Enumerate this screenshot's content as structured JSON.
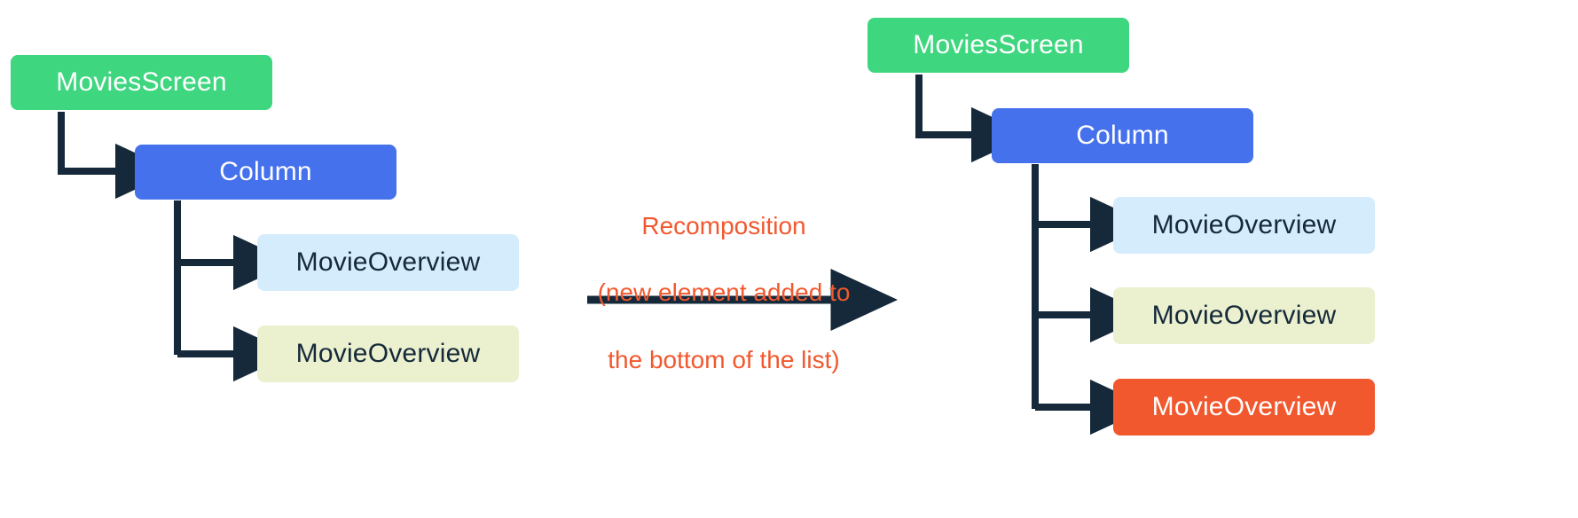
{
  "diagram": {
    "title_text": "",
    "colors": {
      "green": "#3ed67f",
      "blue": "#4571ec",
      "light_blue": "#d4ecfb",
      "cream": "#ebf0cf",
      "orange": "#f1582e",
      "edge": "#15293a",
      "background": "#ffffff"
    },
    "left_tree": {
      "root": {
        "label": "MoviesScreen",
        "color": "green"
      },
      "column": {
        "label": "Column",
        "color": "blue"
      },
      "children": [
        {
          "label": "MovieOverview",
          "color": "light_blue"
        },
        {
          "label": "MovieOverview",
          "color": "cream"
        }
      ]
    },
    "transition": {
      "line1": "Recomposition",
      "line2": "(new element added to",
      "line3": "the bottom of the list)",
      "arrow_direction": "right"
    },
    "right_tree": {
      "root": {
        "label": "MoviesScreen",
        "color": "green"
      },
      "column": {
        "label": "Column",
        "color": "blue"
      },
      "children": [
        {
          "label": "MovieOverview",
          "color": "light_blue"
        },
        {
          "label": "MovieOverview",
          "color": "cream"
        },
        {
          "label": "MovieOverview",
          "color": "orange"
        }
      ]
    }
  }
}
